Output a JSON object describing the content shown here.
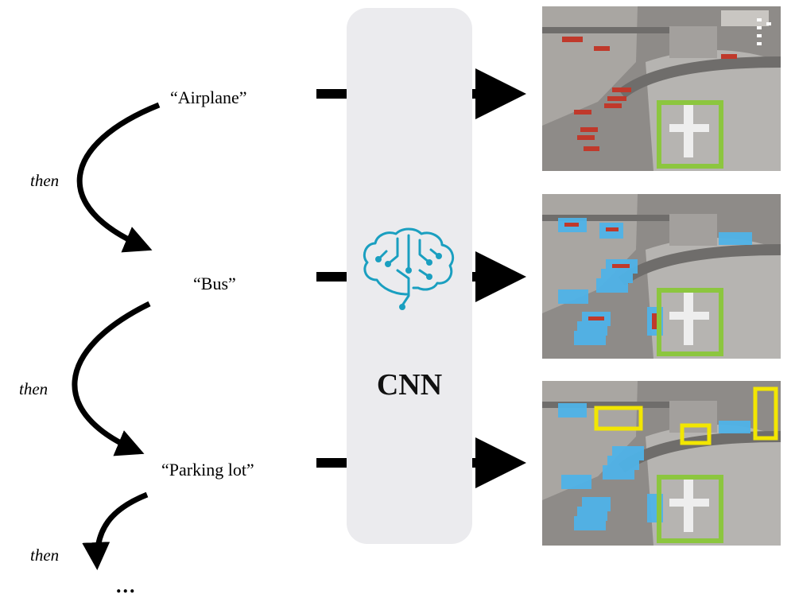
{
  "queries": [
    {
      "text": "“Airplane”"
    },
    {
      "text": "“Bus”"
    },
    {
      "text": "“Parking lot”"
    }
  ],
  "connectors": [
    "then",
    "then",
    "then"
  ],
  "ellipsis": "...",
  "model": {
    "label": "CNN",
    "icon": "brain-circuit-icon",
    "icon_color": "#1a9fc0"
  },
  "box_colors": {
    "airplane": "#8cc63f",
    "bus": "#4fb3e8",
    "parking_lot": "#f2e600"
  },
  "panel_color": "#ebebee"
}
